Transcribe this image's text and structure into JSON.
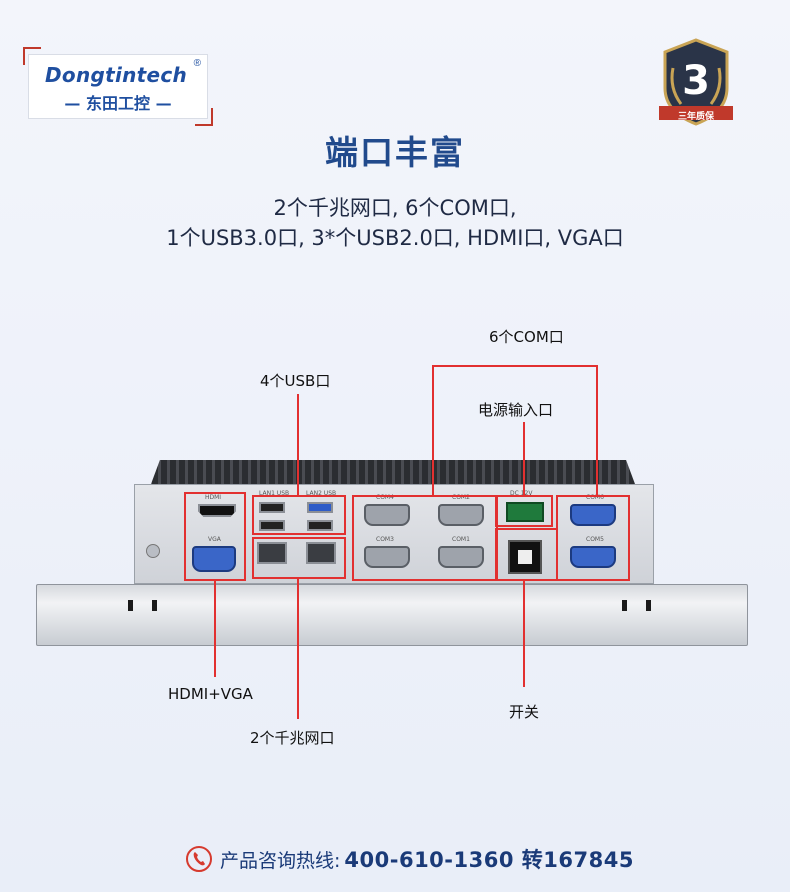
{
  "brand": {
    "logo_en": "Dongtintech",
    "logo_registered": "®",
    "logo_cn": "— 东田工控 —"
  },
  "warranty_badge": {
    "number": "3",
    "text": "三年质保"
  },
  "headline": {
    "title": "端口丰富",
    "line1": "2个千兆网口, 6个COM口,",
    "line2": "1个USB3.0口, 3*个USB2.0口, HDMI口, VGA口"
  },
  "annotations": {
    "com": "6个COM口",
    "usb": "4个USB口",
    "power": "电源输入口",
    "hdmi_vga": "HDMI+VGA",
    "lan": "2个千兆网口",
    "switch": "开关"
  },
  "device_labels": {
    "hdmi": "HDMI",
    "vga": "VGA",
    "lan1": "LAN1 USB",
    "lan2": "LAN2 USB",
    "com4": "COM4",
    "com2": "COM2",
    "com3": "COM3",
    "com1": "COM1",
    "com6": "COM6",
    "com5": "COM5",
    "dc": "DC 12V"
  },
  "hotline": {
    "label": "产品咨询热线:",
    "number": "400-610-1360 转167845"
  },
  "colors": {
    "accent_red": "#e23030",
    "brand_blue": "#214a8c"
  }
}
